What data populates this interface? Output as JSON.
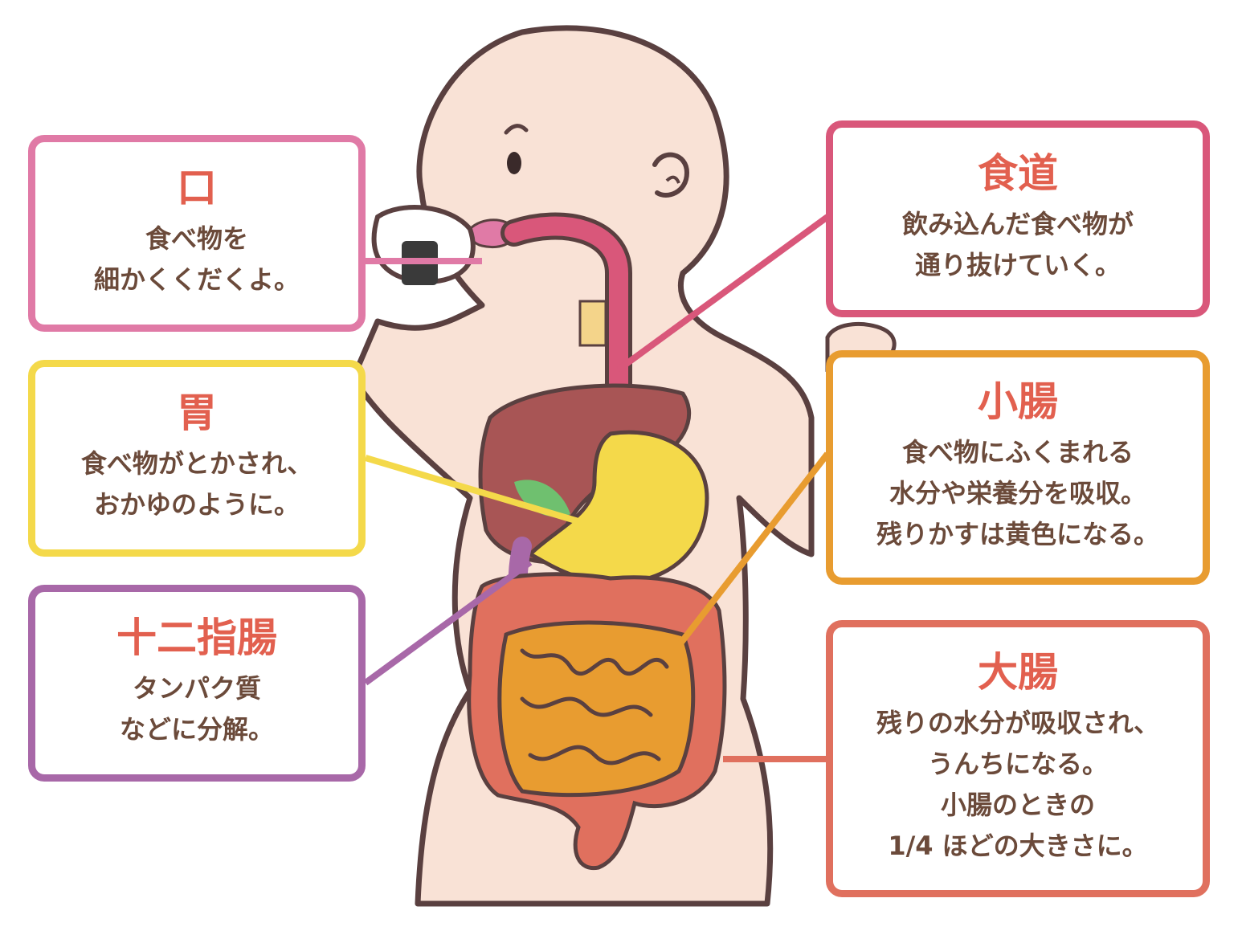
{
  "colors": {
    "mouth": "#e07aa6",
    "esophagus": "#d9577a",
    "stomach": "#f4d94a",
    "small_intestine": "#e89c30",
    "duodenum": "#a868a8",
    "large_intestine": "#e0705e",
    "title_text": "#e2604f",
    "body_text": "#6b4a3a",
    "skin": "#f9e2d6",
    "outline": "#5a4040"
  },
  "labels": {
    "mouth": {
      "title": "口",
      "lines": [
        "食べ物を",
        "細かくくだくよ。"
      ]
    },
    "stomach": {
      "title": "胃",
      "lines": [
        "食べ物がとかされ、",
        "おかゆのように。"
      ]
    },
    "duodenum": {
      "title": "十二指腸",
      "lines": [
        "タンパク質",
        "などに分解。"
      ]
    },
    "esophagus": {
      "title": "食道",
      "lines": [
        "飲み込んだ食べ物が",
        "通り抜けていく。"
      ]
    },
    "small_intestine": {
      "title": "小腸",
      "lines": [
        "食べ物にふくまれる",
        "水分や栄養分を吸収。",
        "残りかすは黄色になる。"
      ]
    },
    "large_intestine": {
      "title": "大腸",
      "lines": [
        "残りの水分が吸収され、",
        "うんちになる。",
        "小腸のときの",
        "1/4 ほどの大きさに。"
      ]
    }
  }
}
